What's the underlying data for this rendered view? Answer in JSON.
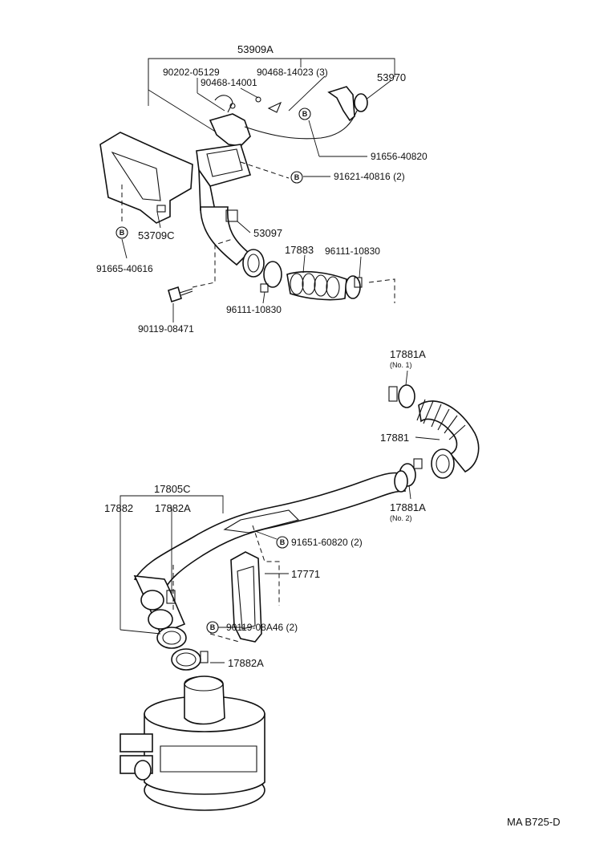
{
  "labels": {
    "p53909a": "53909A",
    "p90202_05129": "90202-05129",
    "p90468_14023": "90468-14023 (3)",
    "p90468_14001": "90468-14001",
    "p53970": "53970",
    "p91656_40820": "91656-40820",
    "p91621_40816": "91621-40816 (2)",
    "p53709c": "53709C",
    "p53097": "53097",
    "p91665_40616": "91665-40616",
    "p17883": "17883",
    "p96111_10830_a": "96111-10830",
    "p96111_10830_b": "96111-10830",
    "p90119_08471": "90119-08471",
    "p17881a_no1": "17881A",
    "no1": "(No. 1)",
    "p17881": "17881",
    "p17881a_no2": "17881A",
    "no2": "(No. 2)",
    "p17805c": "17805C",
    "p17882": "17882",
    "p17882a_top": "17882A",
    "p91651_60820": "91651-60820 (2)",
    "p17771": "17771",
    "p90119_08a46": "90119-08A46 (2)",
    "p17882a_bottom": "17882A",
    "bolt_mark": "B",
    "footer_code": "MA  B725-D"
  }
}
